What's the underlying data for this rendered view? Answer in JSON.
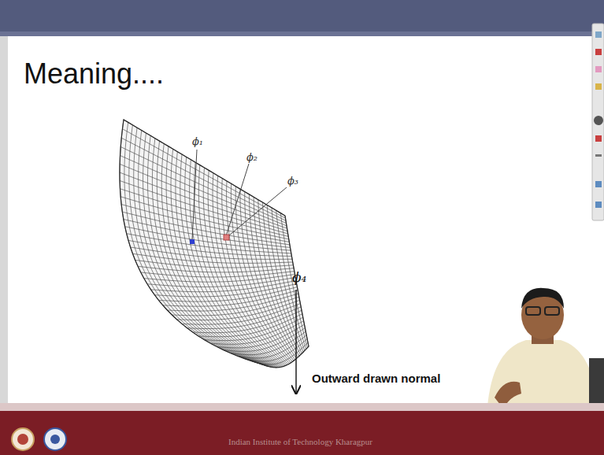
{
  "diagram": {
    "title": "Meaning....",
    "labels": [
      "ϕ₁",
      "ϕ₂",
      "ϕ₃",
      "ϕ₄",
      "Outward drawn normal",
      "Indian Institute of Technology Kharagpur"
    ]
  }
}
